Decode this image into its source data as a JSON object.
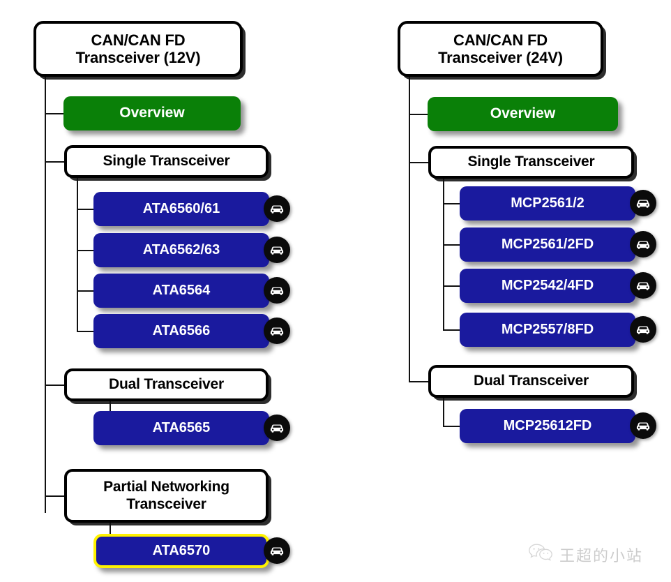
{
  "diagram": {
    "title": "CAN/CAN FD Transceiver product tree",
    "colors": {
      "blue": "#1a1a9e",
      "green": "#0a8008",
      "white": "#ffffff",
      "border": "#000000",
      "highlight": "#fff200"
    },
    "columns": [
      {
        "id": "col-12v",
        "root_label": "CAN/CAN FD\nTransceiver (12V)",
        "overview_label": "Overview",
        "groups": [
          {
            "id": "single-transceiver-12v",
            "label": "Single Transceiver",
            "parts": [
              {
                "label": "ATA6560/61",
                "icon": "car-icon",
                "highlighted": false
              },
              {
                "label": "ATA6562/63",
                "icon": "car-icon",
                "highlighted": false
              },
              {
                "label": "ATA6564",
                "icon": "car-icon",
                "highlighted": false
              },
              {
                "label": "ATA6566",
                "icon": "car-icon",
                "highlighted": false
              }
            ]
          },
          {
            "id": "dual-transceiver-12v",
            "label": "Dual Transceiver",
            "parts": [
              {
                "label": "ATA6565",
                "icon": "car-icon",
                "highlighted": false
              }
            ]
          },
          {
            "id": "partial-networking-transceiver-12v",
            "label": "Partial Networking\nTransceiver",
            "parts": [
              {
                "label": "ATA6570",
                "icon": "car-icon",
                "highlighted": true
              }
            ]
          }
        ]
      },
      {
        "id": "col-24v",
        "root_label": "CAN/CAN FD\nTransceiver (24V)",
        "overview_label": "Overview",
        "groups": [
          {
            "id": "single-transceiver-24v",
            "label": "Single Transceiver",
            "parts": [
              {
                "label": "MCP2561/2",
                "icon": "car-icon",
                "highlighted": false
              },
              {
                "label": "MCP2561/2FD",
                "icon": "car-icon",
                "highlighted": false
              },
              {
                "label": "MCP2542/4FD",
                "icon": "car-icon",
                "highlighted": false
              },
              {
                "label": "MCP2557/8FD",
                "icon": "car-icon",
                "highlighted": false
              }
            ]
          },
          {
            "id": "dual-transceiver-24v",
            "label": "Dual Transceiver",
            "parts": [
              {
                "label": "MCP25612FD",
                "icon": "car-icon",
                "highlighted": false
              }
            ]
          }
        ]
      }
    ]
  },
  "watermark": {
    "text": "王超的小站",
    "icon": "wechat-bubbles-icon"
  }
}
